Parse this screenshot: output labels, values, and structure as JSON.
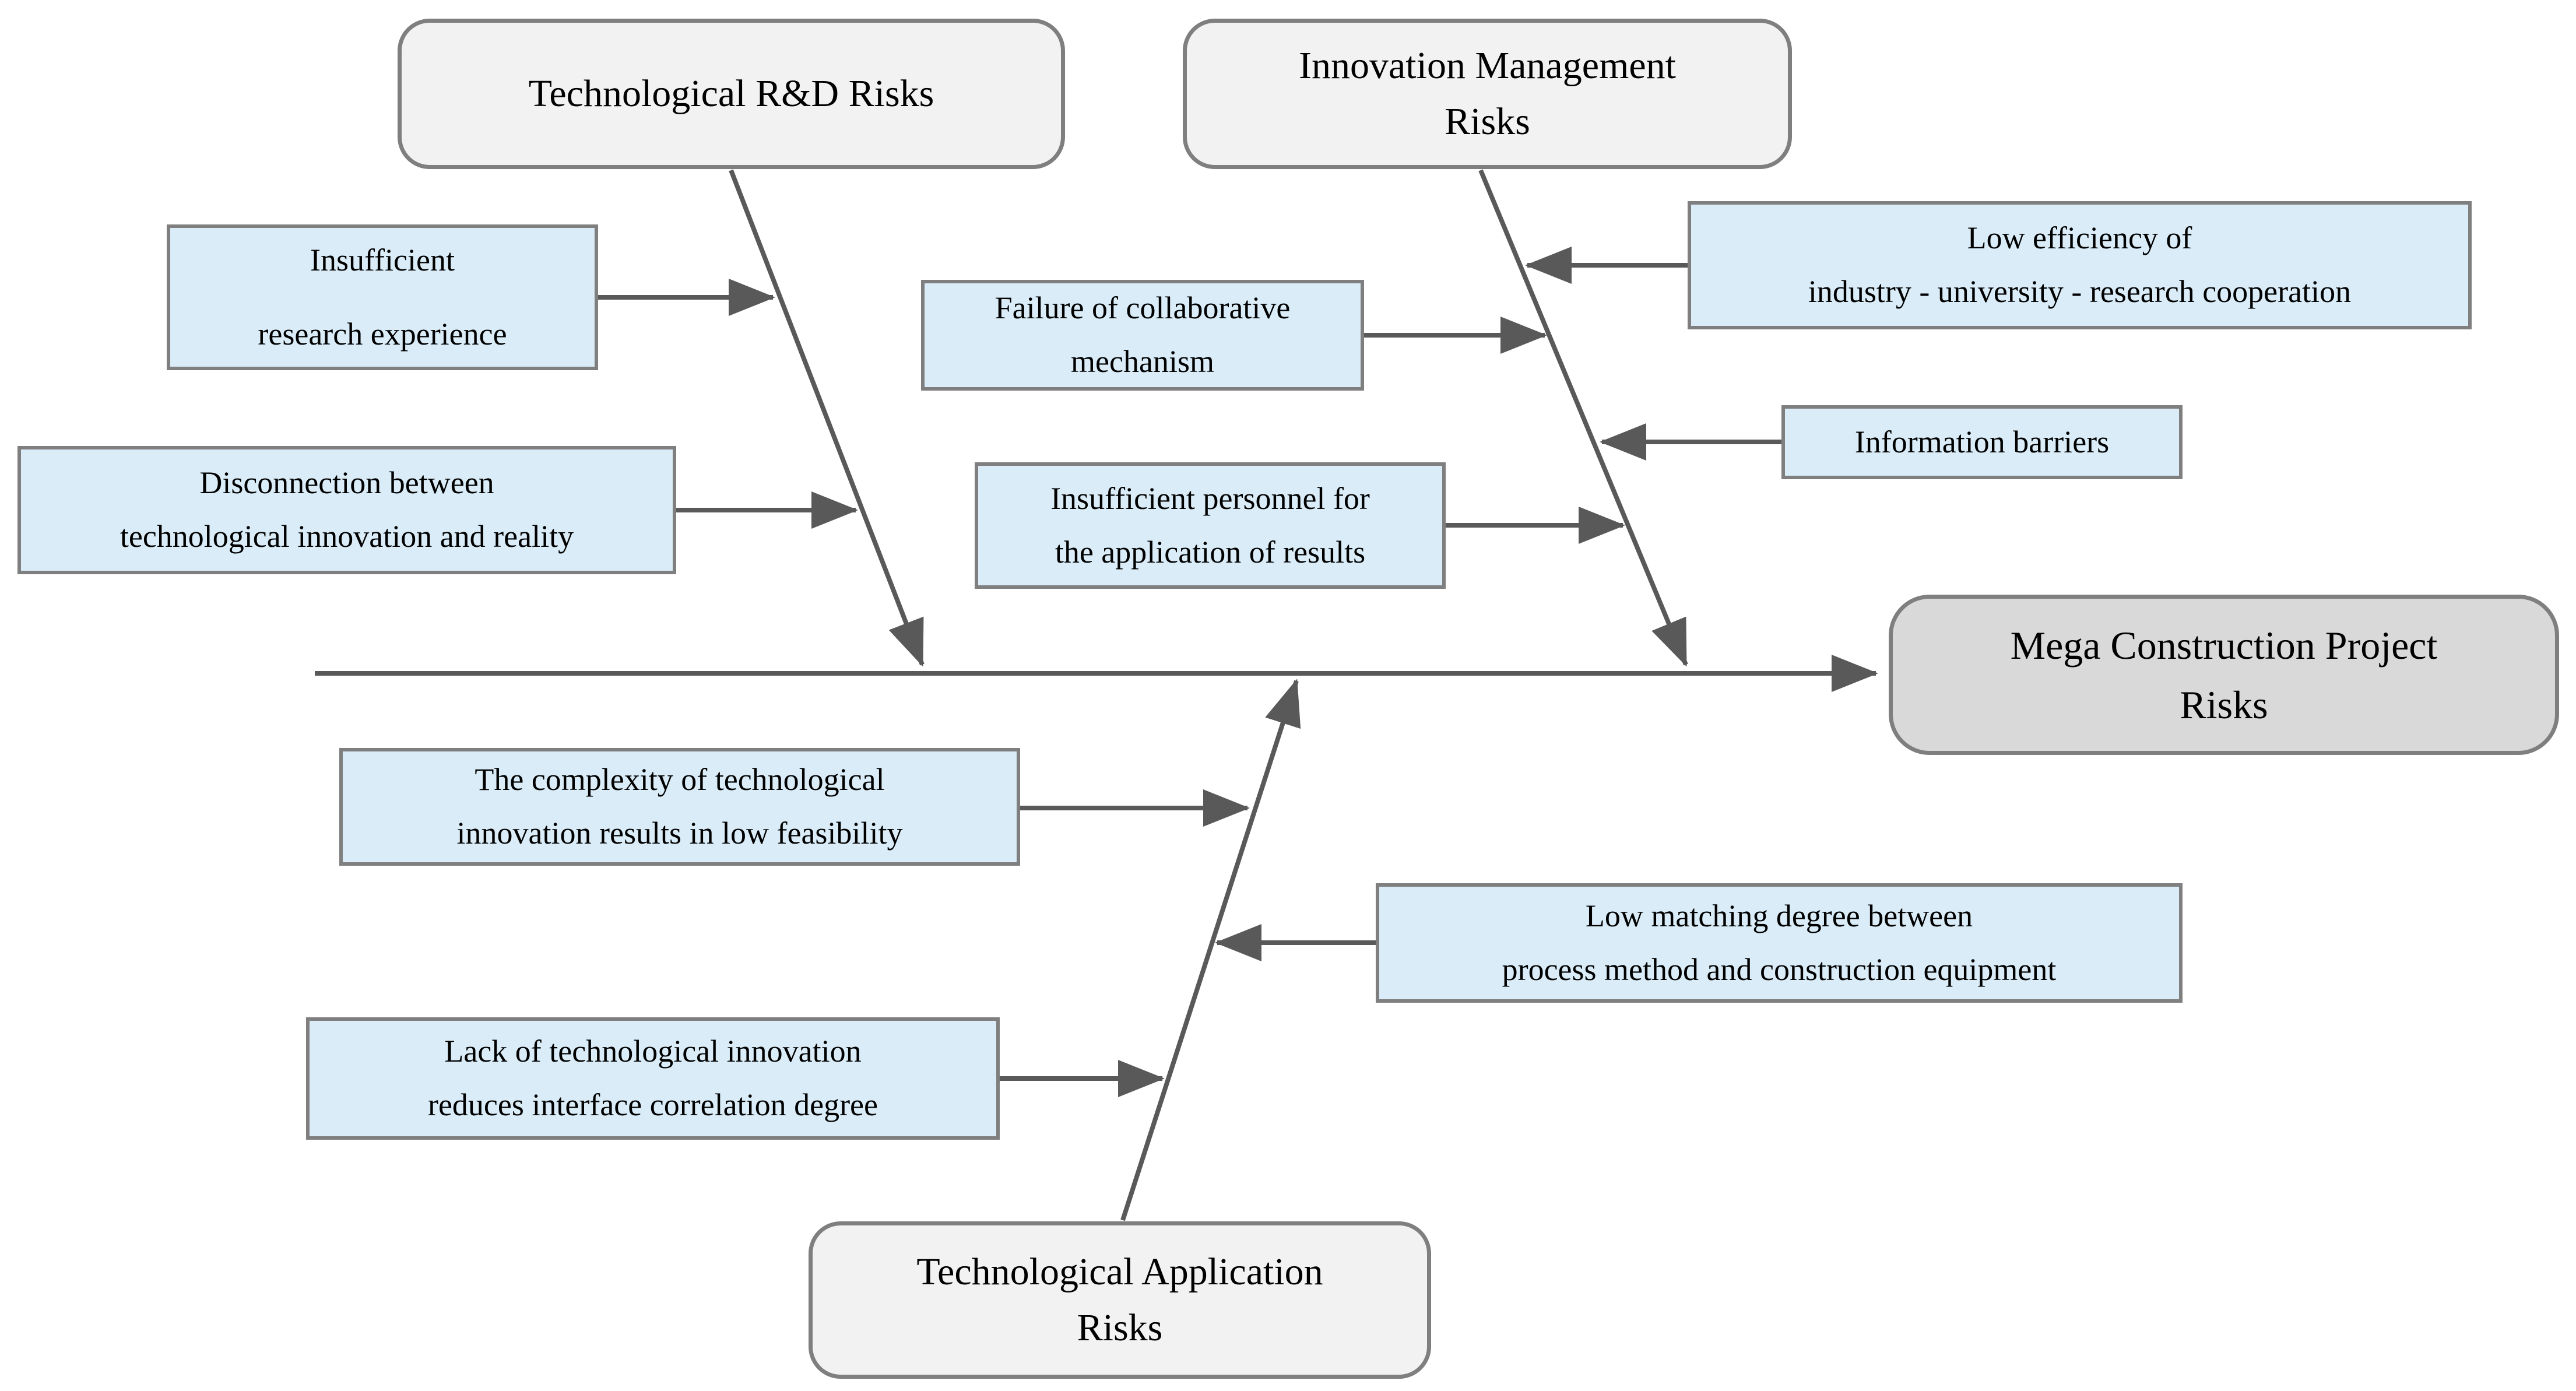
{
  "fishbone": {
    "type": "fishbone-diagram",
    "effect_label": "Mega Construction Project\nRisks",
    "branch_rnd": {
      "label": "Technological R&D Risks",
      "cause_research_experience": "Insufficient\nresearch experience",
      "cause_disconnection": "Disconnection between\ntechnological innovation and reality"
    },
    "branch_innovation": {
      "label": "Innovation Management\nRisks",
      "cause_collaborative_mechanism": "Failure of collaborative\nmechanism",
      "cause_personnel": "Insufficient personnel for\nthe application of results",
      "cause_low_efficiency": "Low efficiency of\nindustry - university - research cooperation",
      "cause_information_barriers": "Information barriers"
    },
    "branch_application": {
      "label": "Technological Application\nRisks",
      "cause_complexity": "The complexity of technological\ninnovation results in low feasibility",
      "cause_low_matching": "Low matching degree between\nprocess method and construction equipment",
      "cause_interface_correlation": "Lack of technological innovation\nreduces interface correlation degree"
    },
    "colors": {
      "cause_fill": "#d9ecf7",
      "category_fill": "#f2f2f2",
      "effect_fill": "#d9d9d9",
      "box_border": "#7f7f7f",
      "line": "#595959",
      "text": "#000000",
      "background": "#ffffff"
    }
  }
}
